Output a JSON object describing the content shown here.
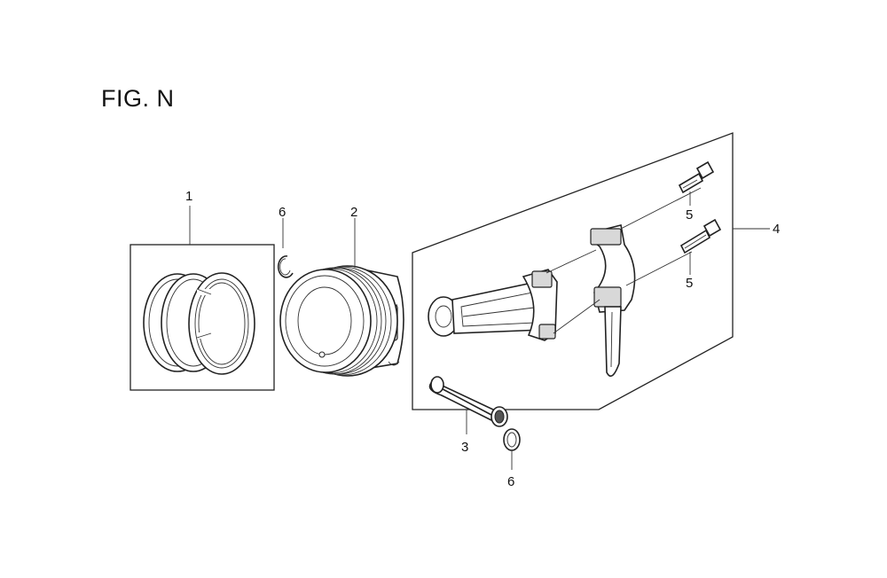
{
  "figure": {
    "title": "FIG. N"
  },
  "callouts": {
    "piston_rings": "1",
    "piston": "2",
    "piston_pin": "3",
    "connecting_rod": "4",
    "bolt_upper": "5",
    "bolt_lower": "5",
    "clip_upper": "6",
    "clip_lower": "6"
  }
}
